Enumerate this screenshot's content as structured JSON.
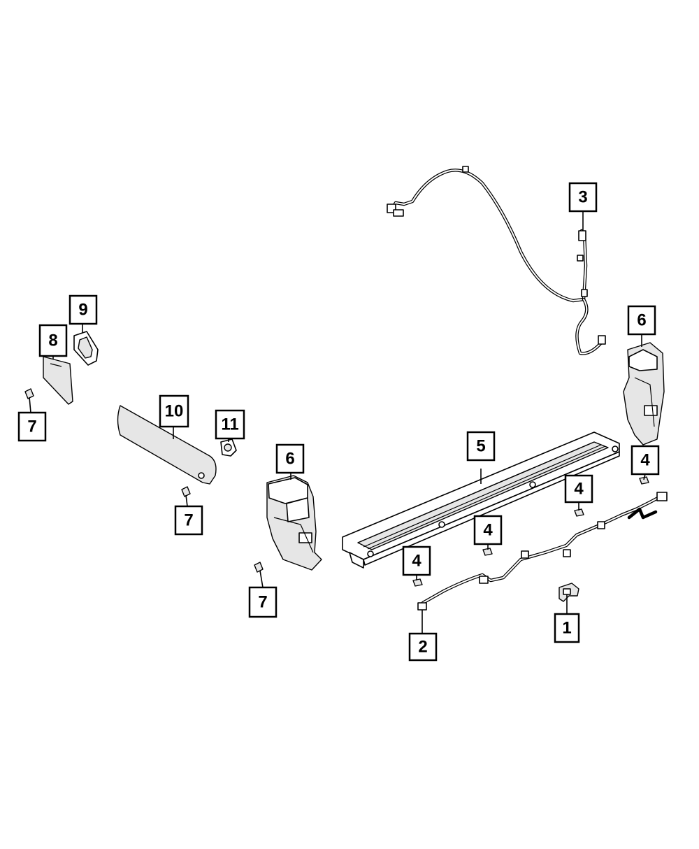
{
  "callouts": [
    {
      "id": "c1",
      "label": "1"
    },
    {
      "id": "c2",
      "label": "2"
    },
    {
      "id": "c3",
      "label": "3"
    },
    {
      "id": "c4a",
      "label": "4"
    },
    {
      "id": "c4b",
      "label": "4"
    },
    {
      "id": "c4c",
      "label": "4"
    },
    {
      "id": "c4d",
      "label": "4"
    },
    {
      "id": "c5",
      "label": "5"
    },
    {
      "id": "c6a",
      "label": "6"
    },
    {
      "id": "c6b",
      "label": "6"
    },
    {
      "id": "c7a",
      "label": "7"
    },
    {
      "id": "c7b",
      "label": "7"
    },
    {
      "id": "c7c",
      "label": "7"
    },
    {
      "id": "c8",
      "label": "8"
    },
    {
      "id": "c9",
      "label": "9"
    },
    {
      "id": "c10",
      "label": "10"
    },
    {
      "id": "c11",
      "label": "11"
    }
  ]
}
